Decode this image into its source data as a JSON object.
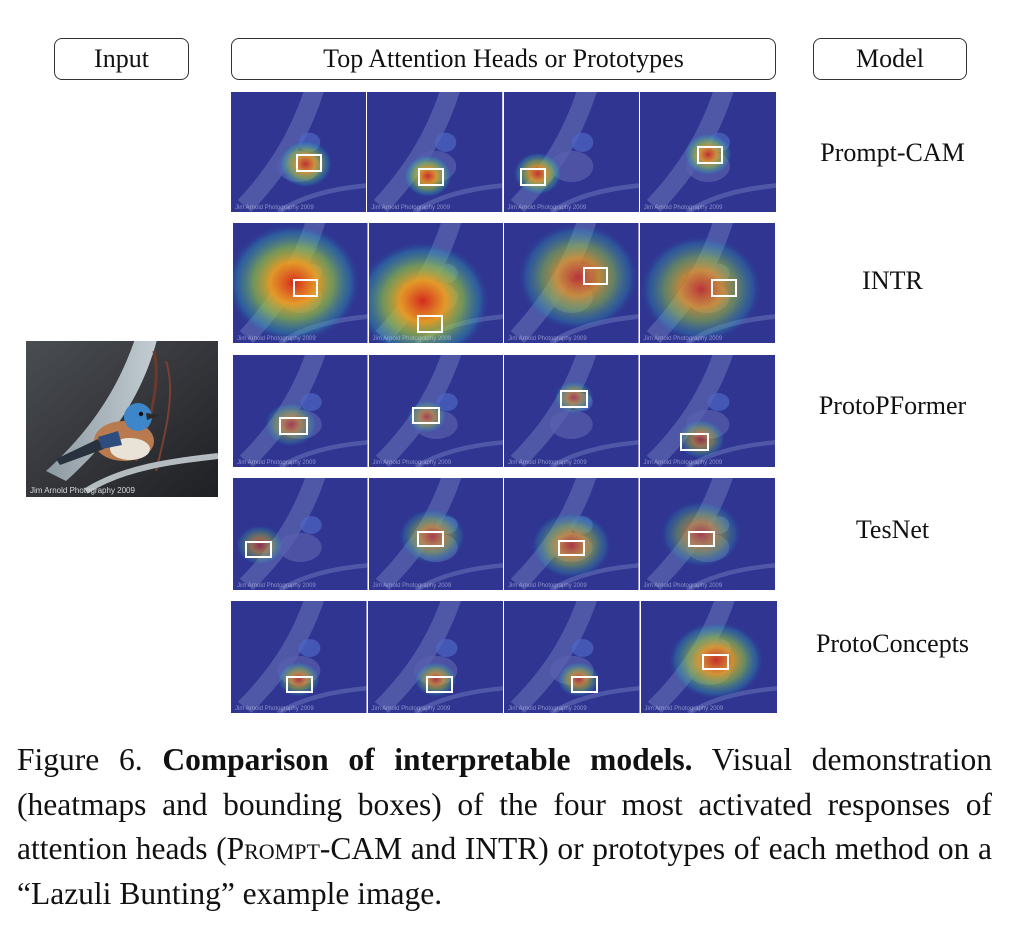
{
  "headers": {
    "input": "Input",
    "middle": "Top Attention Heads or Prototypes",
    "model": "Model"
  },
  "input_image": {
    "watermark": "Jim Arnold Photography 2009",
    "subject": "Lazuli Bunting"
  },
  "tile_watermark": "Jim Arnold Photography 2009",
  "rows": [
    {
      "model": "Prompt-CAM",
      "tone": "blue",
      "heads": [
        {
          "hx": 0.55,
          "hy": 0.6,
          "hr": 0.2,
          "int": 0.85,
          "bx": 0.48,
          "by": 0.52,
          "bw": 0.19,
          "bh": 0.15
        },
        {
          "hx": 0.45,
          "hy": 0.7,
          "hr": 0.18,
          "int": 0.9,
          "bx": 0.37,
          "by": 0.63,
          "bw": 0.19,
          "bh": 0.15
        },
        {
          "hx": 0.25,
          "hy": 0.68,
          "hr": 0.18,
          "int": 0.85,
          "bx": 0.12,
          "by": 0.63,
          "bw": 0.19,
          "bh": 0.15
        },
        {
          "hx": 0.5,
          "hy": 0.52,
          "hr": 0.18,
          "int": 0.85,
          "bx": 0.42,
          "by": 0.45,
          "bw": 0.19,
          "bh": 0.15
        }
      ]
    },
    {
      "model": "INTR",
      "tone": "blue",
      "heads": [
        {
          "hx": 0.45,
          "hy": 0.5,
          "hr": 0.5,
          "int": 1.0,
          "bx": 0.44,
          "by": 0.47,
          "bw": 0.19,
          "bh": 0.15
        },
        {
          "hx": 0.4,
          "hy": 0.65,
          "hr": 0.5,
          "int": 1.0,
          "bx": 0.36,
          "by": 0.77,
          "bw": 0.19,
          "bh": 0.15
        },
        {
          "hx": 0.55,
          "hy": 0.45,
          "hr": 0.45,
          "int": 0.8,
          "bx": 0.58,
          "by": 0.37,
          "bw": 0.19,
          "bh": 0.15
        },
        {
          "hx": 0.45,
          "hy": 0.55,
          "hr": 0.45,
          "int": 0.8,
          "bx": 0.53,
          "by": 0.47,
          "bw": 0.19,
          "bh": 0.15
        }
      ]
    },
    {
      "model": "ProtoPFormer",
      "tone": "blue",
      "heads": [
        {
          "hx": 0.43,
          "hy": 0.62,
          "hr": 0.2,
          "int": 0.6,
          "bx": 0.34,
          "by": 0.55,
          "bw": 0.21,
          "bh": 0.16
        },
        {
          "hx": 0.43,
          "hy": 0.55,
          "hr": 0.15,
          "int": 0.6,
          "bx": 0.32,
          "by": 0.46,
          "bw": 0.21,
          "bh": 0.16
        },
        {
          "hx": 0.52,
          "hy": 0.38,
          "hr": 0.15,
          "int": 0.6,
          "bx": 0.41,
          "by": 0.31,
          "bw": 0.21,
          "bh": 0.16
        },
        {
          "hx": 0.45,
          "hy": 0.75,
          "hr": 0.18,
          "int": 0.6,
          "bx": 0.3,
          "by": 0.7,
          "bw": 0.21,
          "bh": 0.16
        }
      ]
    },
    {
      "model": "TesNet",
      "tone": "blue",
      "heads": [
        {
          "hx": 0.2,
          "hy": 0.6,
          "hr": 0.18,
          "int": 0.55,
          "bx": 0.09,
          "by": 0.56,
          "bw": 0.2,
          "bh": 0.15
        },
        {
          "hx": 0.47,
          "hy": 0.52,
          "hr": 0.25,
          "int": 0.65,
          "bx": 0.36,
          "by": 0.47,
          "bw": 0.2,
          "bh": 0.15
        },
        {
          "hx": 0.5,
          "hy": 0.6,
          "hr": 0.3,
          "int": 0.7,
          "bx": 0.4,
          "by": 0.55,
          "bw": 0.2,
          "bh": 0.15
        },
        {
          "hx": 0.45,
          "hy": 0.5,
          "hr": 0.3,
          "int": 0.6,
          "bx": 0.36,
          "by": 0.47,
          "bw": 0.2,
          "bh": 0.15
        }
      ]
    },
    {
      "model": "ProtoConcepts",
      "tone": "blue",
      "heads": [
        {
          "hx": 0.5,
          "hy": 0.7,
          "hr": 0.16,
          "int": 0.7,
          "bx": 0.4,
          "by": 0.67,
          "bw": 0.2,
          "bh": 0.15
        },
        {
          "hx": 0.5,
          "hy": 0.7,
          "hr": 0.16,
          "int": 0.7,
          "bx": 0.43,
          "by": 0.67,
          "bw": 0.2,
          "bh": 0.15
        },
        {
          "hx": 0.55,
          "hy": 0.7,
          "hr": 0.16,
          "int": 0.7,
          "bx": 0.49,
          "by": 0.67,
          "bw": 0.2,
          "bh": 0.15
        },
        {
          "hx": 0.55,
          "hy": 0.53,
          "hr": 0.35,
          "int": 0.9,
          "bx": 0.45,
          "by": 0.47,
          "bw": 0.2,
          "bh": 0.15
        }
      ]
    }
  ],
  "caption": {
    "label": "Figure 6.",
    "bold": "Comparison of interpretable models.",
    "text_1": "Visual demonstration (heatmaps and bounding boxes) of the four most activated responses of attention heads (",
    "sc": "Prompt",
    "text_2": "-CAM and INTR) or prototypes of each method on a “Lazuli Bunting” example image."
  }
}
